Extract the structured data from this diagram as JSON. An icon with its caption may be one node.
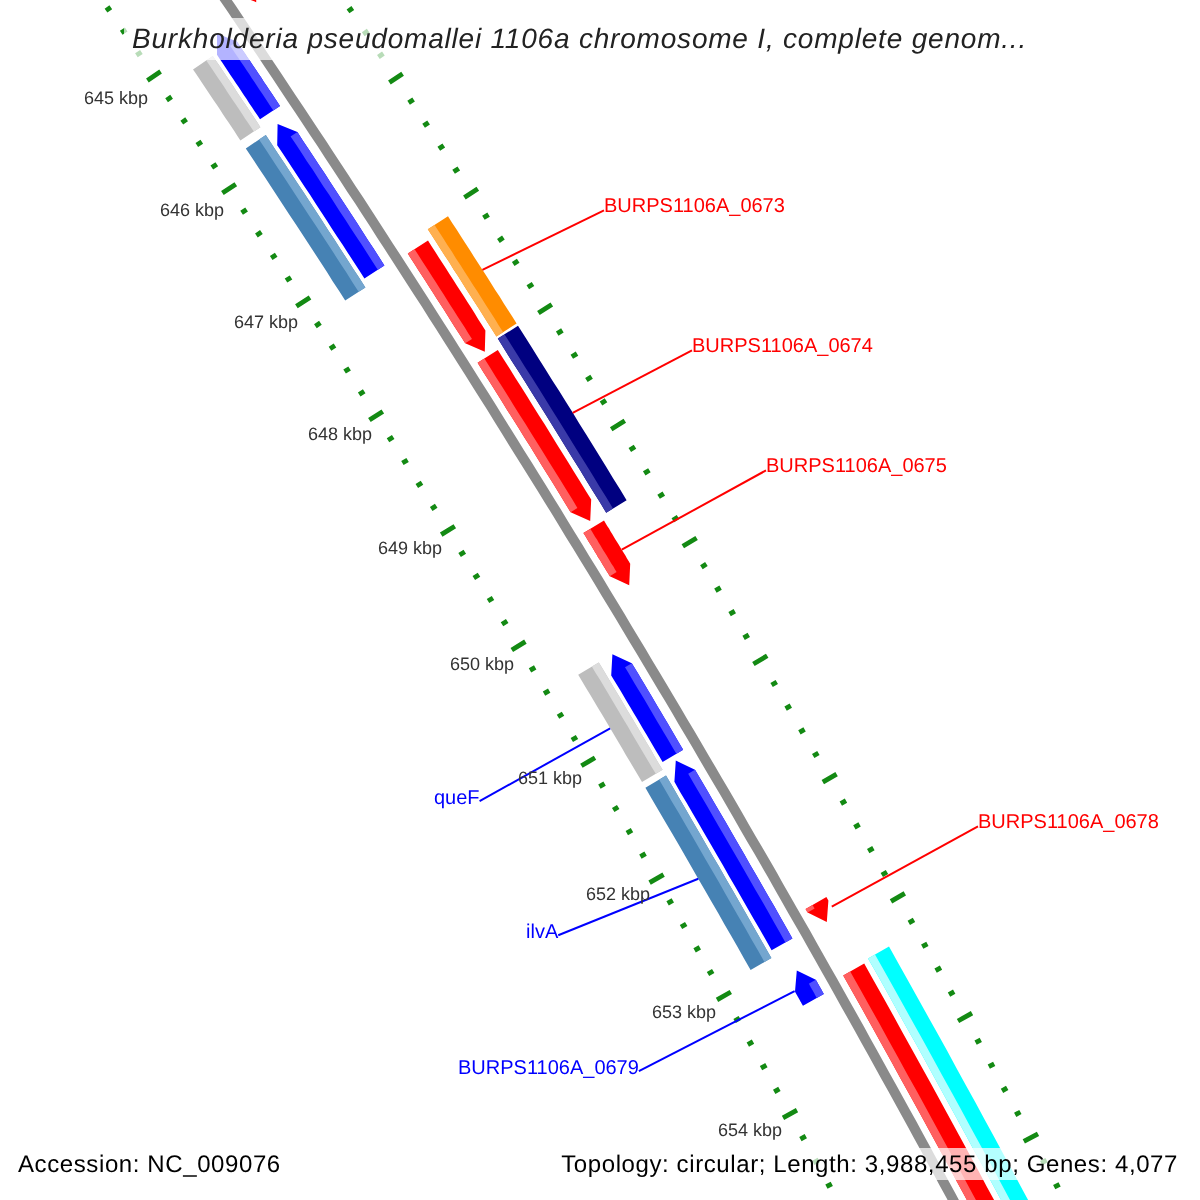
{
  "diagram": {
    "title": "Burkholderia pseudomallei 1106a chromosome I, complete genom...",
    "nodes": [
      {
        "text": [
          "BURPS1106A_0673"
        ]
      },
      {
        "text": [
          "BURPS1106A_0674"
        ]
      },
      {
        "text": [
          "BURPS1106A_0675"
        ]
      },
      {
        "text": [
          "queF"
        ]
      },
      {
        "text": [
          "BURPS1106A_0678"
        ]
      },
      {
        "text": [
          "ilvA"
        ]
      },
      {
        "text": [
          "BURPS1106A_0679"
        ]
      },
      {
        "text": [],
        "shape": "bar"
      },
      {
        "text": [],
        "shape": "bar"
      },
      {
        "text": [],
        "shape": "pentagon"
      },
      {
        "text": [],
        "shape": "bar"
      },
      {
        "text": [],
        "shape": "bar"
      },
      {
        "text": [],
        "shape": "pentagon"
      },
      {
        "text": [],
        "shape": "pentagon"
      }
    ],
    "edges": [
      {
        "from": 0,
        "to": 7,
        "arrow": "none"
      },
      {
        "from": 1,
        "to": 8,
        "arrow": "none"
      },
      {
        "from": 2,
        "to": 9,
        "arrow": "none"
      },
      {
        "from": 3,
        "to": 10,
        "arrow": "none",
        "color": "#0000ff"
      },
      {
        "from": 4,
        "to": 12,
        "arrow": "none"
      },
      {
        "from": 5,
        "to": 11,
        "arrow": "none",
        "color": "#0000ff"
      },
      {
        "from": 6,
        "to": 13,
        "arrow": "none",
        "color": "#0000ff"
      }
    ],
    "labels": [
      "645 kbp",
      "646 kbp",
      "647 kbp",
      "648 kbp",
      "649 kbp",
      "650 kbp",
      "651 kbp",
      "652 kbp",
      "653 kbp",
      "654 kbp",
      "Accession: NC_009076",
      "Topology: circular; Length: 3,988,455 bp; Genes: 4,077"
    ]
  }
}
